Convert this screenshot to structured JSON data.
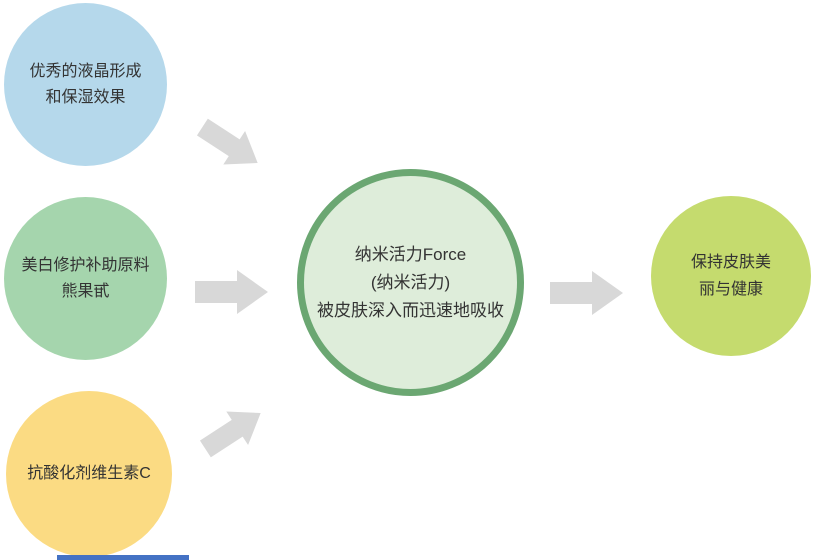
{
  "diagram": {
    "source1": {
      "lines": [
        "优秀的液晶形成",
        "和保湿效果"
      ],
      "fill": "#b5d8eb"
    },
    "source2": {
      "lines": [
        "美白修护补助原料",
        "熊果甙"
      ],
      "fill": "#a5d5ad"
    },
    "source3": {
      "lines": [
        "抗酸化剂维生素C"
      ],
      "fill": "#fbdb83"
    },
    "center": {
      "lines": [
        "纳米活力Force",
        "(纳米活力)",
        "被皮肤深入而迅速地吸收"
      ],
      "fill": "#deedda",
      "border_color": "#6ba772"
    },
    "result": {
      "lines": [
        "保持皮肤美",
        "丽与健康"
      ],
      "fill": "#c5db6e"
    },
    "arrow_color": "#d8d8d8",
    "bottom_bar_color": "#4472c4",
    "text_color": "#333333"
  }
}
